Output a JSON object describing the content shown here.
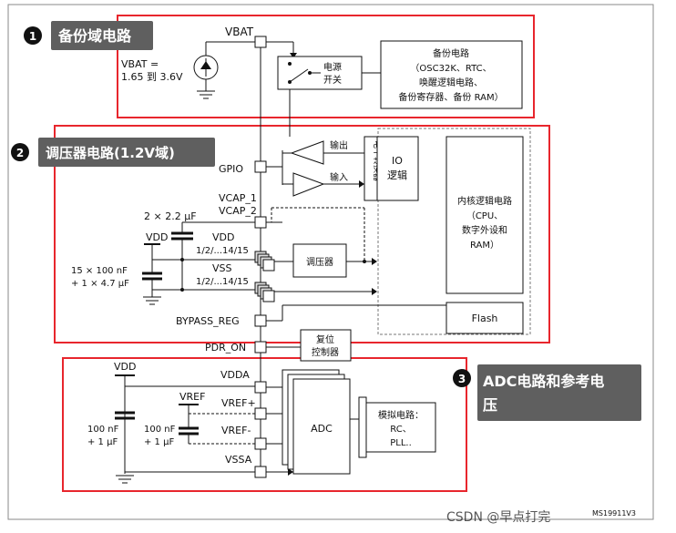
{
  "callouts": [
    {
      "number": "1",
      "title": "备份域电路"
    },
    {
      "number": "2",
      "title": "调压器电路(1.2V域)"
    },
    {
      "number": "3",
      "title_line1": "ADC电路和参考电",
      "title_line2": "压"
    }
  ],
  "backup": {
    "vbat_pin": "VBAT",
    "vbat_range_line1": "VBAT =",
    "vbat_range_line2": "1.65 到 3.6V",
    "switch_line1": "电源",
    "switch_line2": "开关",
    "circuit_lines": [
      "备份电路",
      "（OSC32K、RTC、",
      "唤醒逻辑电路、",
      "备份寄存器、备份 RAM）"
    ]
  },
  "regulator": {
    "gpio": "GPIO",
    "output": "输出",
    "input": "输入",
    "level_shifter": "电平转换器",
    "io_logic_line1": "IO",
    "io_logic_line2": "逻辑",
    "core_lines": [
      "内核逻辑电路",
      "（CPU、",
      "数字外设和",
      "RAM）"
    ],
    "vcap_line1": "VCAP_1",
    "vcap_line2": "VCAP_2",
    "cap_2x": "2 × 2.2 μF",
    "vdd": "VDD",
    "vdd_pins_name": "VDD",
    "vdd_pins_range": "1/2/...14/15",
    "vss_pins_name": "VSS",
    "vss_pins_range": "1/2/...14/15",
    "bulk_cap_line1": "15 × 100 nF",
    "bulk_cap_line2": "+ 1 × 4.7 μF",
    "regulator_box": "调压器",
    "bypass": "BYPASS_REG",
    "flash": "Flash"
  },
  "reset": {
    "pdr_on": "PDR_ON",
    "reset_line1": "复位",
    "reset_line2": "控制器"
  },
  "adc": {
    "vdd": "VDD",
    "vdda": "VDDA",
    "vref": "VREF",
    "vref_plus": "VREF+",
    "vref_minus": "VREF-",
    "vssa": "VSSA",
    "cap_left_line1": "100 nF",
    "cap_left_line2": "+ 1 μF",
    "cap_right_line1": "100 nF",
    "cap_right_line2": "+ 1 μF",
    "adc_box": "ADC",
    "analog_line1": "模拟电路：",
    "analog_line2": "RC、",
    "analog_line3": "PLL.."
  },
  "footer": {
    "part_code": "MS19911V3",
    "watermark": "CSDN @早点打完"
  },
  "colors": {
    "highlight_red": "#e8262d",
    "callout_bg": "#5f5f5f",
    "line": "#111111",
    "dashed": "#777777"
  }
}
